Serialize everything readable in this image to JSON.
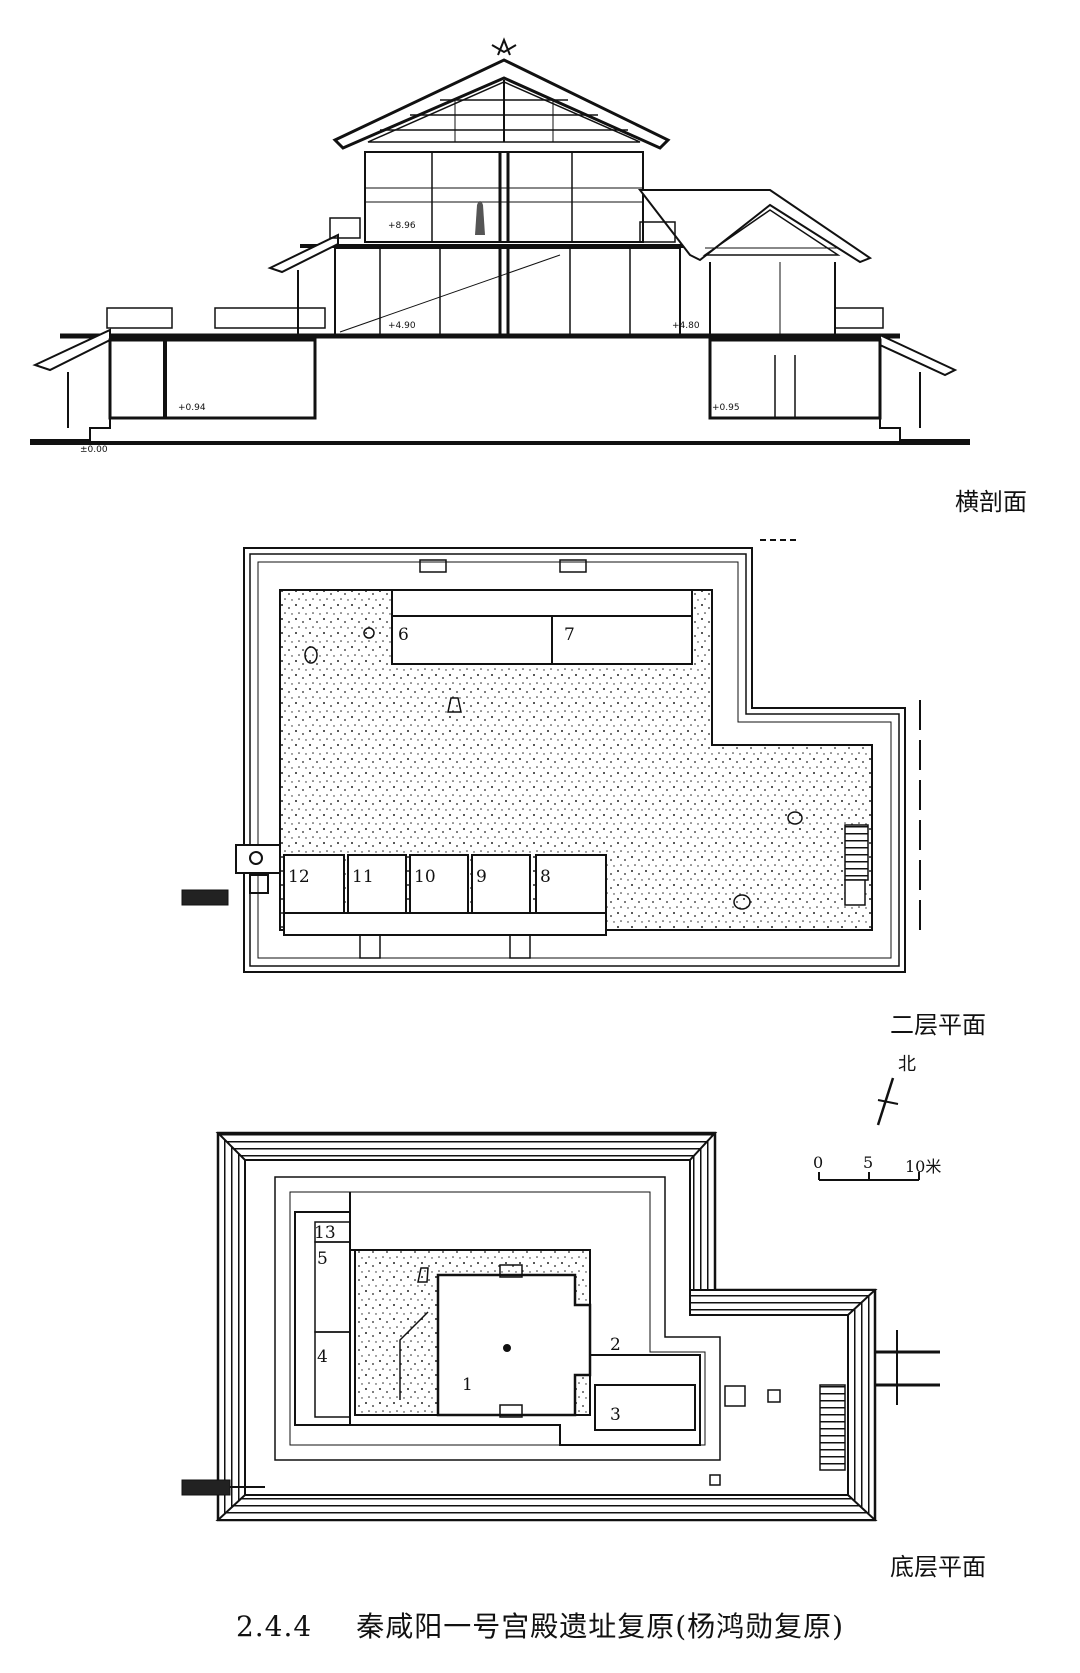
{
  "section": {
    "title": "横剖面",
    "elevations": [
      "+8.96",
      "+4.90",
      "+4.80",
      "+0.94",
      "+0.95",
      "±0.00"
    ]
  },
  "upper_plan": {
    "title": "二层平面",
    "rooms": [
      "6",
      "7",
      "12",
      "11",
      "10",
      "9",
      "8"
    ]
  },
  "ground_plan": {
    "title": "底层平面",
    "rooms": [
      "13",
      "5",
      "4",
      "1",
      "2",
      "3"
    ]
  },
  "compass": {
    "label": "北"
  },
  "scale": {
    "ticks": [
      "0",
      "5",
      "10米"
    ]
  },
  "caption": {
    "number": "2.4.4",
    "text": "秦咸阳一号宫殿遗址复原(杨鸿勋复原)"
  }
}
